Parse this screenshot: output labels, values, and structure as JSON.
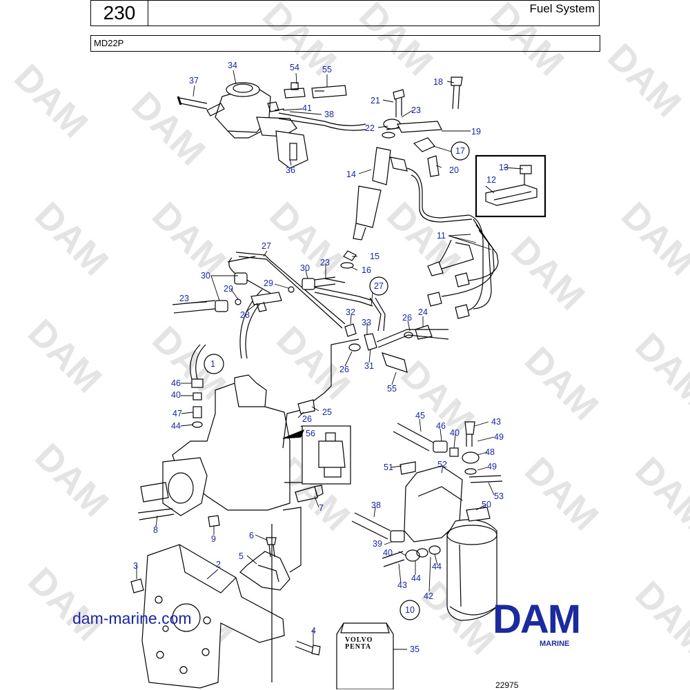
{
  "header": {
    "page_number": "230",
    "title": "Fuel System",
    "model": "MD22P"
  },
  "footer": {
    "website": "dam-marine.com",
    "drawing_number": "22975"
  },
  "brand": {
    "logo_main": "DAM",
    "logo_sub": "MARINE",
    "watermark": "DAM",
    "color": "#1b2a9c"
  },
  "box_label": {
    "line1": "VOLVO",
    "line2": "PENTA"
  },
  "part_labels": [
    "1",
    "2",
    "3",
    "4",
    "5",
    "6",
    "7",
    "8",
    "9",
    "10",
    "11",
    "12",
    "13",
    "14",
    "15",
    "16",
    "17",
    "18",
    "19",
    "20",
    "21",
    "22",
    "23",
    "24",
    "25",
    "26",
    "27",
    "28",
    "29",
    "30",
    "31",
    "32",
    "33",
    "34",
    "35",
    "36",
    "37",
    "38",
    "39",
    "40",
    "41",
    "42",
    "43",
    "44",
    "45",
    "46",
    "47",
    "48",
    "49",
    "50",
    "51",
    "52",
    "53",
    "54",
    "55",
    "56"
  ]
}
